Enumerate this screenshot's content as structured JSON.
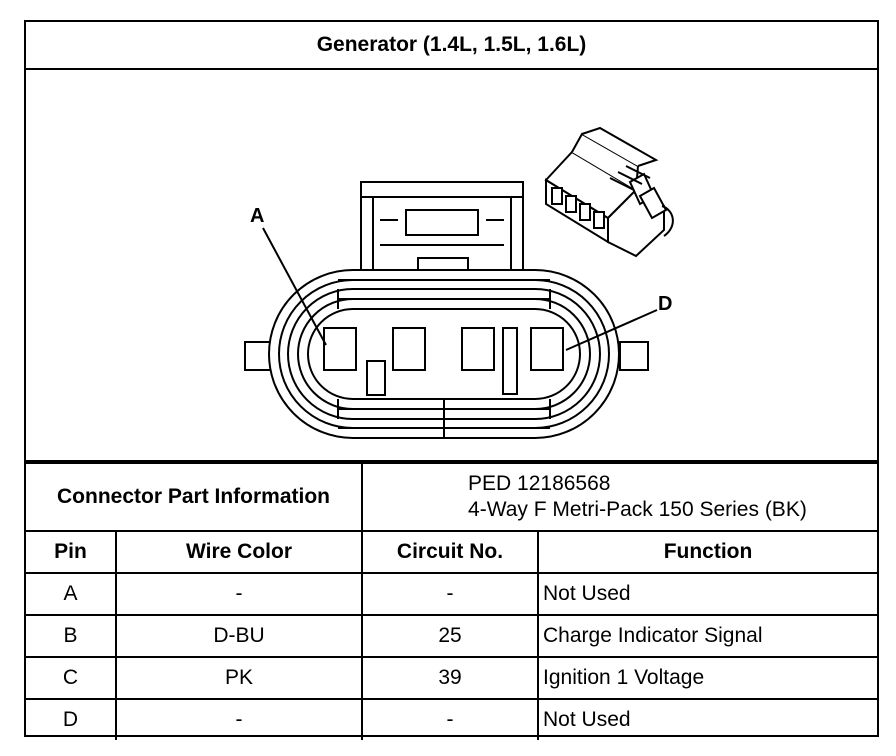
{
  "title": "Generator (1.4L, 1.5L, 1.6L)",
  "diagram": {
    "cavity_labels": {
      "a": "A",
      "d": "D"
    }
  },
  "connector_info": {
    "label": "Connector Part Information",
    "part_number": "PED 12186568",
    "description": "4-Way F Metri-Pack 150 Series (BK)"
  },
  "table": {
    "headers": {
      "pin": "Pin",
      "wire_color": "Wire Color",
      "circuit": "Circuit No.",
      "function": "Function"
    },
    "rows": [
      {
        "pin": "A",
        "wire_color": "-",
        "circuit": "-",
        "function": "Not Used"
      },
      {
        "pin": "B",
        "wire_color": "D-BU",
        "circuit": "25",
        "function": "Charge Indicator Signal"
      },
      {
        "pin": "C",
        "wire_color": "PK",
        "circuit": "39",
        "function": "Ignition 1 Voltage"
      },
      {
        "pin": "D",
        "wire_color": "-",
        "circuit": "-",
        "function": "Not Used"
      }
    ]
  }
}
